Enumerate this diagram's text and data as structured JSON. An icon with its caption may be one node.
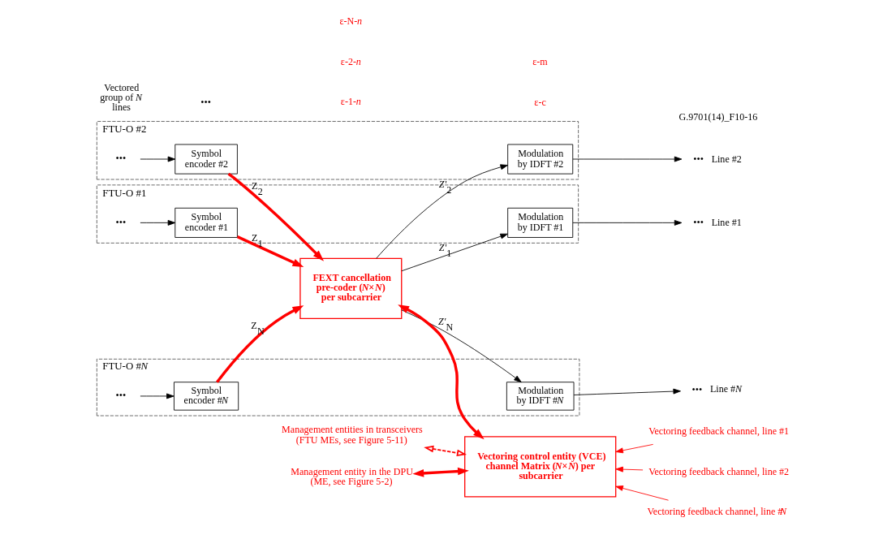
{
  "diagram": {
    "nodes": [
      {
        "text": [
          "FTU-O #1"
        ]
      },
      {
        "text": [
          "•••"
        ],
        "in": 0
      },
      {
        "text": [
          "Symbol encoder #1"
        ],
        "in": 0
      },
      {
        "text": [
          "FEXT cancellation pre-coder (*N*×*N*) per subcarrier"
        ]
      },
      {
        "text": [
          "Modulation by IDFT #1"
        ],
        "in": 0
      },
      {
        "text": [
          "•••"
        ],
        "beside": [
          "Line #1"
        ]
      },
      {
        "text": [
          "FTU-O #2"
        ]
      },
      {
        "text": [
          "•••"
        ],
        "in": 6
      },
      {
        "text": [
          "Symbol encoder #2"
        ],
        "in": 6
      },
      {
        "text": [
          "Modulation by IDFT #2"
        ],
        "in": 6
      },
      {
        "text": [
          "•••"
        ],
        "beside": [
          "Line #2"
        ]
      },
      {
        "text": [
          "FTU-O #*N*"
        ]
      },
      {
        "text": [
          "•••"
        ],
        "in": 11
      },
      {
        "text": [
          "Symbol encoder #*N*"
        ],
        "in": 11
      },
      {
        "text": [
          "Modulation by IDFT #*N*"
        ],
        "in": 11
      },
      {
        "text": [
          "•••"
        ],
        "beside": [
          "Line #*N*"
        ]
      },
      {
        "text": [
          "Management entity in the DPU (ME, see Figure 5-2)"
        ]
      },
      {
        "text": [
          "Vectoring control entity (VCE) channel Matrix (*N*×*N*) per subcarrier"
        ]
      },
      {
        "text": [
          "Vectoring feedback channel, line #1"
        ]
      },
      {
        "text": [
          "Management entities in transceivers (FTU MEs, see Figure 5-11)"
        ]
      },
      {
        "text": [
          "Vectoring feedback channel, line #2"
        ]
      },
      {
        "text": [
          "Vectoring feedback channel, line #*N*"
        ]
      }
    ],
    "edges": [
      {
        "from": 1,
        "to": 2,
        "arrow": "to"
      },
      {
        "from": 2,
        "to": 3,
        "arrow": "to",
        "label": "Z$_{1}$",
        "style": "thick",
        "color": "#ff0000"
      },
      {
        "from": 3,
        "to": 4,
        "arrow": "to",
        "label": "*Z'*$_{1}$"
      },
      {
        "from": 4,
        "to": 5,
        "arrow": "to"
      },
      {
        "from": 7,
        "to": 8,
        "arrow": "to"
      },
      {
        "from": 8,
        "to": 3,
        "arrow": "to",
        "label": "Z$_{2}$",
        "style": "thick",
        "color": "#ff0000"
      },
      {
        "from": 3,
        "to": 9,
        "arrow": "to",
        "label": "*Z'*$_{2}$"
      },
      {
        "from": 9,
        "to": 10,
        "arrow": "to"
      },
      {
        "from": 12,
        "to": 13,
        "arrow": "to"
      },
      {
        "from": 13,
        "to": 3,
        "arrow": "to",
        "label": "Z$_{N}$",
        "style": "thick",
        "color": "#ff0000"
      },
      {
        "from": 3,
        "to": 14,
        "arrow": "to",
        "label": "*Z'*$_{N}$"
      },
      {
        "from": 14,
        "to": 15,
        "arrow": "to"
      },
      {
        "from": 3,
        "to": 17,
        "arrow": "both",
        "style": "thick",
        "color": "#ff0000"
      },
      {
        "from": 16,
        "to": 17,
        "arrow": "both",
        "style": "thick",
        "color": "#ff0000"
      },
      {
        "from": 19,
        "to": 17,
        "arrow": "both",
        "style": "dashed",
        "color": "#ff0000"
      },
      {
        "from": 18,
        "to": 17,
        "arrow": "to",
        "color": "#ff0000"
      },
      {
        "from": 20,
        "to": 17,
        "arrow": "to",
        "color": "#ff0000"
      },
      {
        "from": 21,
        "to": 17,
        "arrow": "to",
        "color": "#ff0000"
      }
    ],
    "labels": [
      "Vectored group of *N* lines",
      "ε-1-*n*",
      "ε-2-*n*",
      "•••",
      "ε-N-*n*",
      "ε-c",
      "ε-m",
      "G.9701(14)_F10-16"
    ]
  }
}
